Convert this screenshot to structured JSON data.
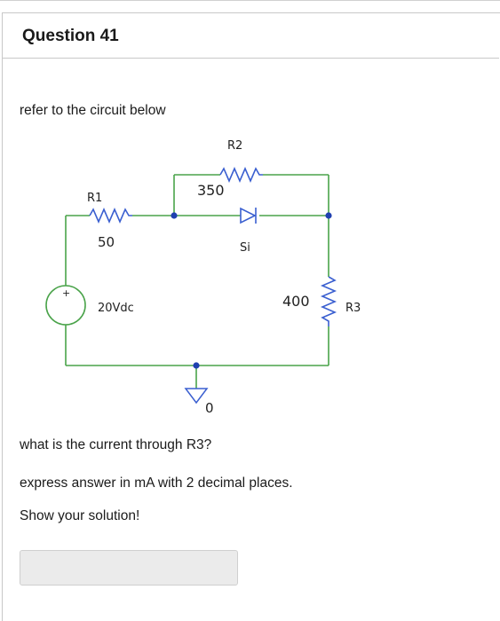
{
  "question": {
    "title": "Question 41"
  },
  "prompt": {
    "intro": "refer to the circuit below",
    "ask": "what is the current through R3?",
    "format": "express answer in mA with 2 decimal places.",
    "instruction": "Show your solution!"
  },
  "circuit": {
    "r1_name": "R1",
    "r1_value": "50",
    "r2_name": "R2",
    "r2_value": "350",
    "r3_name": "R3",
    "r3_value": "400",
    "diode_label": "Si",
    "source_label": "20Vdc",
    "ground_label": "0",
    "source_plus": "+",
    "colors": {
      "wire": "#4aa34a",
      "node": "#2040b0",
      "component": "#3a5fd0",
      "text": "#222222"
    }
  },
  "answer": {
    "value": ""
  }
}
